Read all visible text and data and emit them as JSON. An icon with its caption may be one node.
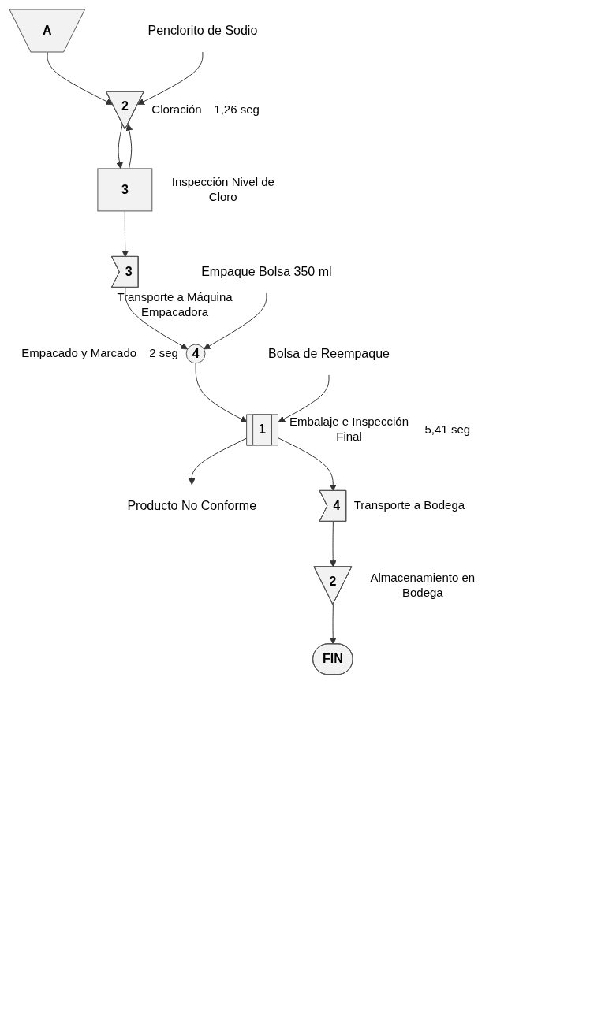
{
  "diagram": {
    "nodes": [
      {
        "text": [
          "A"
        ]
      },
      {
        "text": [
          "Penclorito de Sodio"
        ]
      },
      {
        "text": [
          "2"
        ],
        "beside": [
          "Cloración",
          "1,26 seg"
        ]
      },
      {
        "text": [
          "3"
        ],
        "beside": [
          "Inspección Nivel de Cloro"
        ]
      },
      {
        "text": [
          "3"
        ],
        "beside": [
          "Transporte a Máquina Empacadora"
        ]
      },
      {
        "text": [
          "Empaque Bolsa 350 ml"
        ]
      },
      {
        "text": [
          "4"
        ],
        "beside": [
          "Empacado y Marcado",
          "2 seg"
        ]
      },
      {
        "text": [
          "Bolsa de Reempaque"
        ]
      },
      {
        "text": [
          "1"
        ],
        "beside": [
          "Embalaje e Inspección Final",
          "5,41 seg"
        ]
      },
      {
        "text": [
          "Producto No Conforme"
        ]
      },
      {
        "text": [
          "4"
        ],
        "beside": [
          "Transporte a Bodega"
        ]
      },
      {
        "text": [
          "2"
        ],
        "beside": [
          "Almacenamiento en Bodega"
        ]
      },
      {
        "text": [
          "FIN"
        ]
      }
    ],
    "edges": [
      {
        "from": 0,
        "to": 2,
        "arrow": "to"
      },
      {
        "from": 1,
        "to": 2,
        "arrow": "to"
      },
      {
        "from": 3,
        "to": 2,
        "arrow": "to"
      },
      {
        "from": 2,
        "to": 3,
        "arrow": "to"
      },
      {
        "from": 3,
        "to": 4,
        "arrow": "to"
      },
      {
        "from": 4,
        "to": 6,
        "arrow": "to"
      },
      {
        "from": 5,
        "to": 6,
        "arrow": "to"
      },
      {
        "from": 6,
        "to": 8,
        "arrow": "to"
      },
      {
        "from": 7,
        "to": 8,
        "arrow": "to"
      },
      {
        "from": 8,
        "to": 9,
        "arrow": "to"
      },
      {
        "from": 8,
        "to": 10,
        "arrow": "to"
      },
      {
        "from": 10,
        "to": 11,
        "arrow": "to"
      },
      {
        "from": 11,
        "to": 12,
        "arrow": "to"
      }
    ]
  }
}
